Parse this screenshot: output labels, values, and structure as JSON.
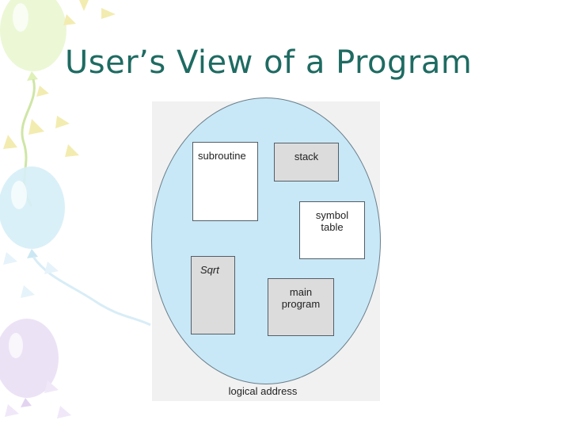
{
  "slide": {
    "title": "User’s View of a Program"
  },
  "diagram": {
    "segments": {
      "subroutine": "subroutine",
      "stack": "stack",
      "symbol_table": "symbol table",
      "sqrt": "Sqrt",
      "main_program": "main program"
    },
    "caption": "logical address"
  },
  "colors": {
    "title": "#1e6b62",
    "address_space": "#c8e8f7",
    "white_segment": "#ffffff",
    "gray_segment": "#dcdcdc"
  },
  "decorations": [
    "balloon-icon",
    "balloon-icon",
    "balloon-icon",
    "balloon-icon"
  ]
}
